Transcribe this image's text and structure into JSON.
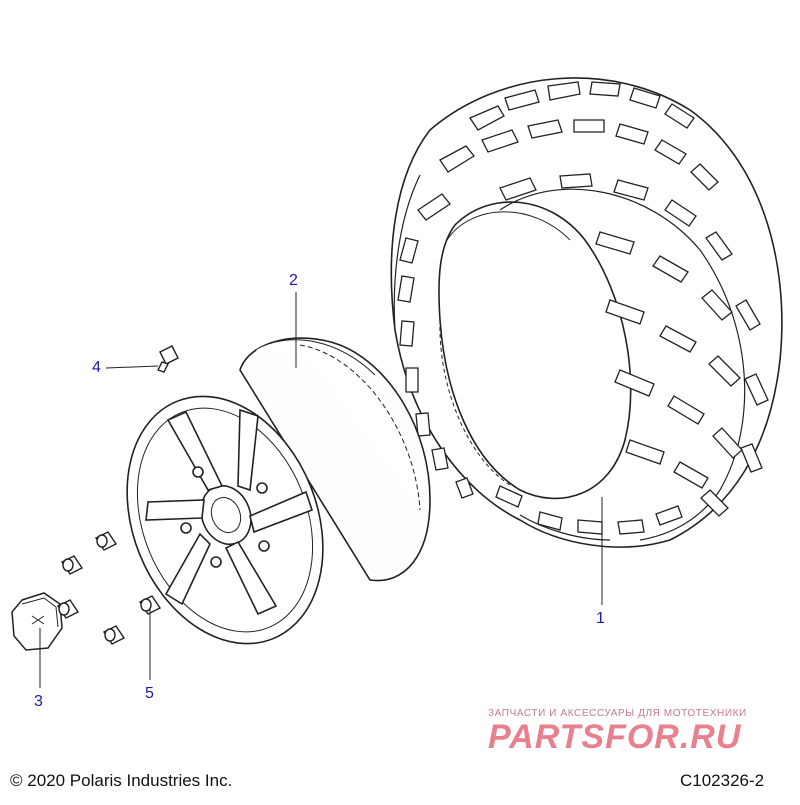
{
  "callouts": {
    "c1": "1",
    "c2": "2",
    "c3": "3",
    "c4": "4",
    "c5": "5"
  },
  "footer": {
    "copyright": "© 2020 Polaris Industries Inc.",
    "diagram_code": "C102326-2"
  },
  "watermark": {
    "tagline": "ЗАПЧАСТИ И АКСЕССУАРЫ ДЛЯ МОТОТЕХНИКИ",
    "brand": "PARTSFOR.RU"
  },
  "colors": {
    "callout": "#1a1aa6",
    "line": "#222222",
    "watermark": "#e56a7a"
  }
}
